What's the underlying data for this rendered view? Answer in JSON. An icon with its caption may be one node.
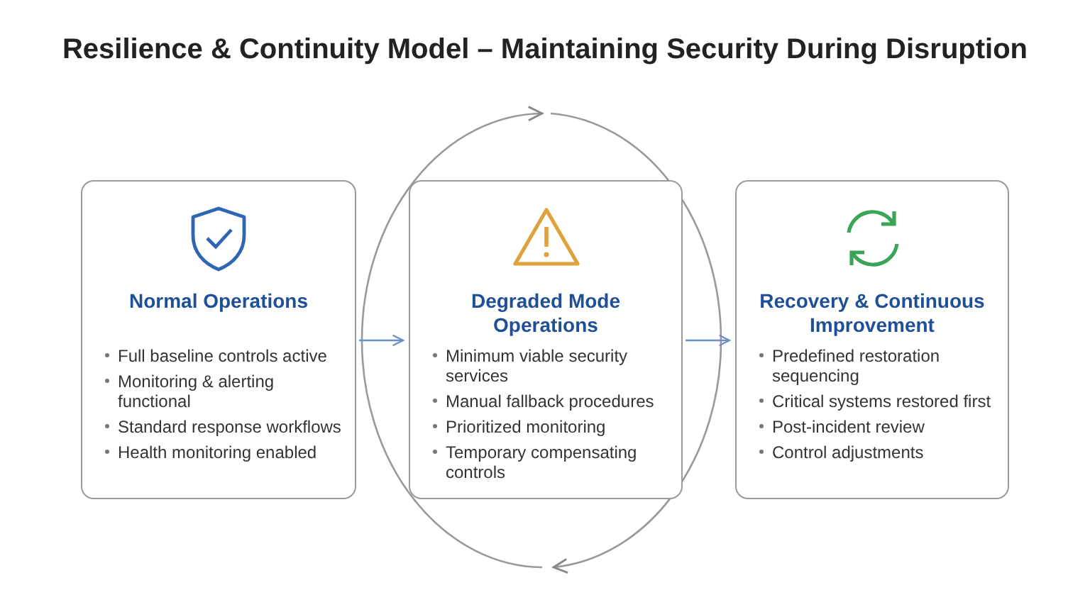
{
  "diagram": {
    "title": "Resilience & Continuity Model – Maintaining Security During Disruption",
    "nodes": [
      {
        "text": [
          "Normal Operations",
          "Full baseline controls active",
          "Monitoring & alerting functional",
          "Standard response workflows",
          "Health monitoring enabled"
        ]
      },
      {
        "text": [
          "Degraded Mode Operations",
          "Minimum viable security services",
          "Manual fallback procedures",
          "Prioritized monitoring",
          "Temporary compensating controls"
        ]
      },
      {
        "text": [
          "Recovery & Continuous Improvement",
          "Predefined restoration sequencing",
          "Critical systems restored first",
          "Post-incident review",
          "Control adjustments"
        ]
      }
    ],
    "edges": [
      {
        "from": 0,
        "to": 1,
        "arrow": "to"
      },
      {
        "from": 1,
        "to": 2,
        "arrow": "to"
      }
    ]
  }
}
